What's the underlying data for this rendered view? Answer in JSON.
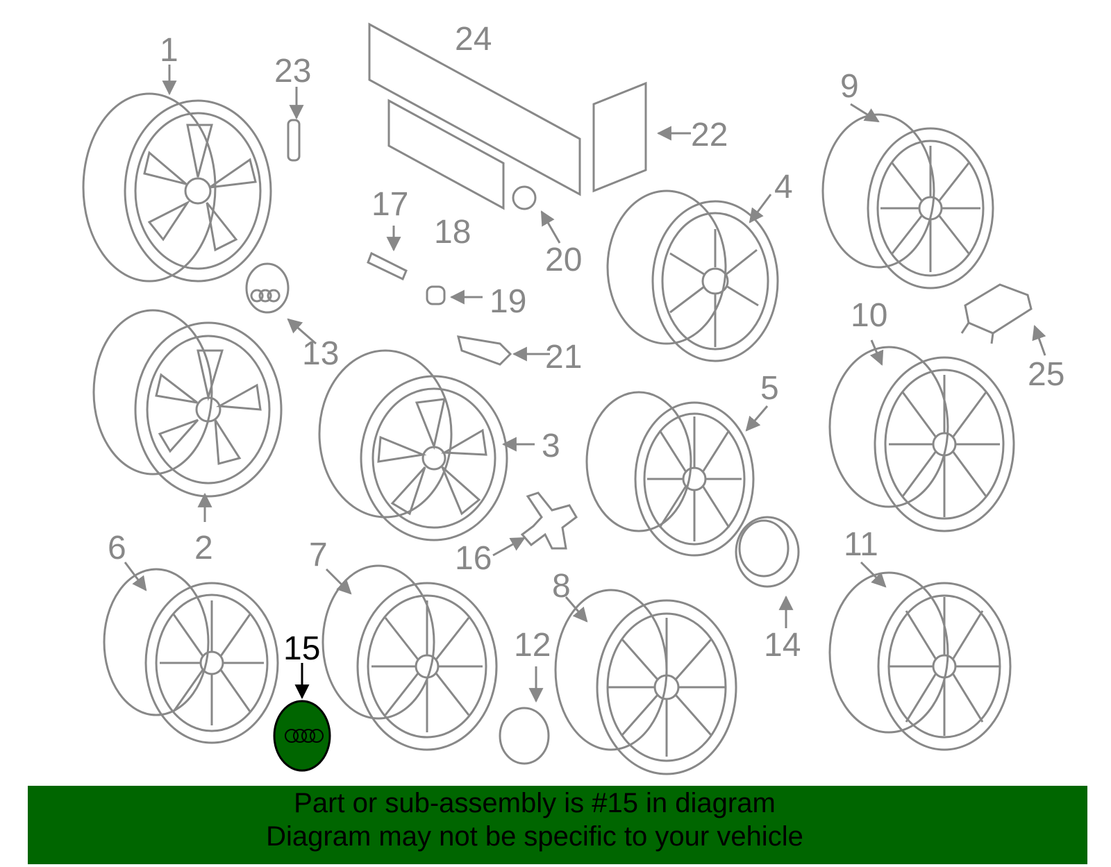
{
  "highlight_color": "#006600",
  "line_color": "#888888",
  "highlight_part": "15",
  "callouts": {
    "c1": "1",
    "c2": "2",
    "c3": "3",
    "c4": "4",
    "c5": "5",
    "c6": "6",
    "c7": "7",
    "c8": "8",
    "c9": "9",
    "c10": "10",
    "c11": "11",
    "c12": "12",
    "c13": "13",
    "c14": "14",
    "c15": "15",
    "c16": "16",
    "c17": "17",
    "c18": "18",
    "c19": "19",
    "c20": "20",
    "c21": "21",
    "c22": "22",
    "c23": "23",
    "c24": "24",
    "c25": "25"
  },
  "banner": {
    "line1": "Part or sub-assembly is #15 in diagram",
    "line2": "Diagram may not be specific to your vehicle"
  }
}
